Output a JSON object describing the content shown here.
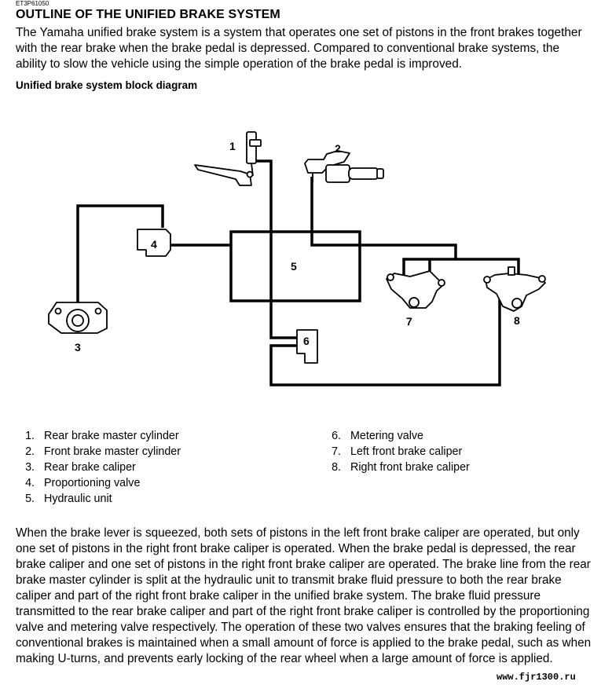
{
  "header": {
    "code": "ET3P61050",
    "title": "OUTLINE OF THE UNIFIED BRAKE SYSTEM",
    "intro": "The Yamaha unified brake system is a system that operates one set of pistons in the front brakes together with the rear brake when the brake pedal is depressed. Compared to conventional brake systems, the ability to slow the vehicle using the simple operation of the brake pedal is improved."
  },
  "diagram": {
    "title": "Unified brake system block diagram",
    "callouts": [
      "1",
      "2",
      "3",
      "4",
      "5",
      "6",
      "7",
      "8"
    ]
  },
  "legend": {
    "left": [
      {
        "num": "1.",
        "label": "Rear brake master cylinder"
      },
      {
        "num": "2.",
        "label": "Front brake master cylinder"
      },
      {
        "num": "3.",
        "label": "Rear brake caliper"
      },
      {
        "num": "4.",
        "label": "Proportioning valve"
      },
      {
        "num": "5.",
        "label": "Hydraulic unit"
      }
    ],
    "right": [
      {
        "num": "6.",
        "label": "Metering valve"
      },
      {
        "num": "7.",
        "label": "Left front brake caliper"
      },
      {
        "num": "8.",
        "label": "Right front brake caliper"
      }
    ]
  },
  "body": {
    "paragraph": "When the brake lever is squeezed, both sets of pistons in the left front brake caliper are operated, but only one set of pistons in the right front brake caliper is operated. When the brake pedal is depressed, the rear brake caliper and one set of pistons in the right front brake caliper are operated. The brake line from the rear brake master cylinder is split at the hydraulic unit to transmit brake fluid pressure to both the rear brake caliper and part of the right front brake caliper in the unified brake system. The brake fluid pressure transmitted to the rear brake caliper and part of the right front brake caliper is controlled by the proportioning valve and metering valve respectively. The operation of these two valves ensures that the braking feeling of conventional brakes is maintained when a small amount of force is applied to the brake pedal, such as when making U-turns, and prevents early locking of the rear wheel when a large amount of force is applied."
  },
  "watermark": "www.fjr1300.ru"
}
